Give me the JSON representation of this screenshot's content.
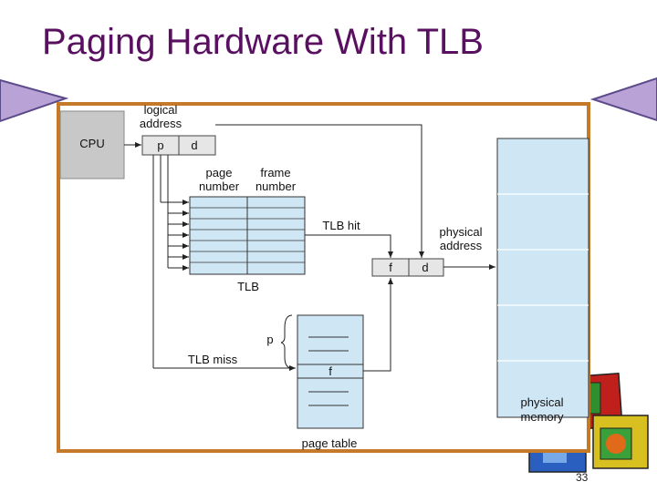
{
  "slide": {
    "title": "Paging Hardware With TLB",
    "page_number": "33"
  },
  "diagram": {
    "cpu_label": "CPU",
    "logical_address_line1": "logical",
    "logical_address_line2": "address",
    "page_field": "p",
    "offset_field": "d",
    "tlb_col1_line1": "page",
    "tlb_col1_line2": "number",
    "tlb_col2_line1": "frame",
    "tlb_col2_line2": "number",
    "tlb_label": "TLB",
    "tlb_hit_label": "TLB hit",
    "physical_address_line1": "physical",
    "physical_address_line2": "address",
    "frame_field": "f",
    "phys_offset_field": "d",
    "page_table_p": "p",
    "tlb_miss_label": "TLB miss",
    "page_table_f": "f",
    "page_table_label": "page table",
    "physical_memory_line1": "physical",
    "physical_memory_line2": "memory"
  },
  "colors": {
    "title": "#5a1060",
    "frame_border": "#c47a28",
    "tab_fill": "#b9a3d6",
    "tab_stroke": "#5c4b8a",
    "cpu_fill": "#c8c8c8",
    "table_fill": "#cfe6f5",
    "memory_fill": "#cfe6f5"
  }
}
